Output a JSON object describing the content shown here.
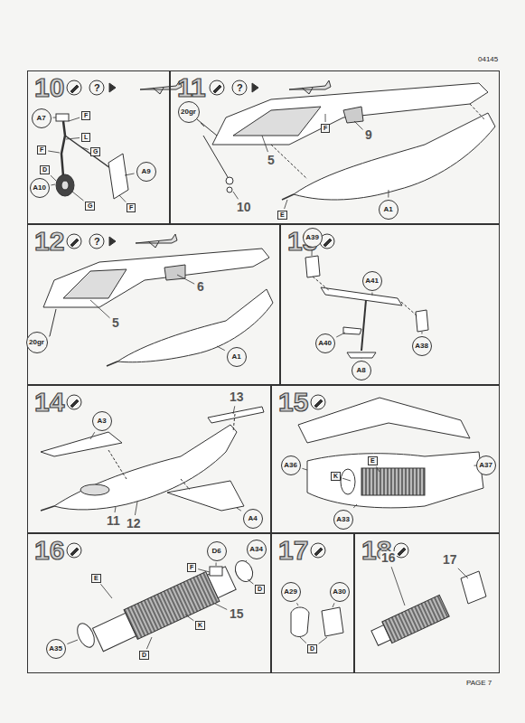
{
  "diagram": {
    "nodes": [
      {
        "text": [
          "10"
        ]
      },
      {
        "text": [
          "A7"
        ],
        "in": 0
      },
      {
        "text": [
          "A10"
        ],
        "in": 0
      },
      {
        "text": [
          "A9"
        ],
        "in": 0
      },
      {
        "text": [
          "11"
        ]
      },
      {
        "text": [
          "20gr"
        ],
        "in": 4
      },
      {
        "text": [
          "A1"
        ],
        "in": 4
      },
      {
        "text": [
          "12"
        ]
      },
      {
        "text": [
          "20gr"
        ],
        "in": 7
      },
      {
        "text": [
          "A1"
        ],
        "in": 7
      },
      {
        "text": [
          "13"
        ]
      },
      {
        "text": [
          "A39"
        ],
        "in": 10
      },
      {
        "text": [
          "A41"
        ],
        "in": 10
      },
      {
        "text": [
          "A40"
        ],
        "in": 10
      },
      {
        "text": [
          "A38"
        ],
        "in": 10
      },
      {
        "text": [
          "A8"
        ],
        "in": 10
      },
      {
        "text": [
          "14"
        ]
      },
      {
        "text": [
          "A3"
        ],
        "in": 16
      },
      {
        "text": [
          "A4"
        ],
        "in": 16
      },
      {
        "text": [
          "15"
        ]
      },
      {
        "text": [
          "A36"
        ],
        "in": 19
      },
      {
        "text": [
          "A37"
        ],
        "in": 19
      },
      {
        "text": [
          "A33"
        ],
        "in": 19
      },
      {
        "text": [
          "16"
        ]
      },
      {
        "text": [
          "D6"
        ],
        "in": 23
      },
      {
        "text": [
          "A34"
        ],
        "in": 23
      },
      {
        "text": [
          "A35"
        ],
        "in": 23
      },
      {
        "text": [
          "17"
        ]
      },
      {
        "text": [
          "A29"
        ],
        "in": 27
      },
      {
        "text": [
          "A30"
        ],
        "in": 27
      },
      {
        "text": [
          "18"
        ]
      }
    ],
    "labels": [
      "04145",
      "PAGE 7",
      "?",
      "F",
      "L",
      "F",
      "D",
      "G",
      "G",
      "F",
      "?",
      "F",
      "9",
      "5",
      "10",
      "E",
      "?",
      "6",
      "5",
      "13",
      "11",
      "12",
      "E",
      "K",
      "F",
      "D",
      "E",
      "K",
      "15",
      "D",
      "D",
      "16",
      "17"
    ]
  }
}
